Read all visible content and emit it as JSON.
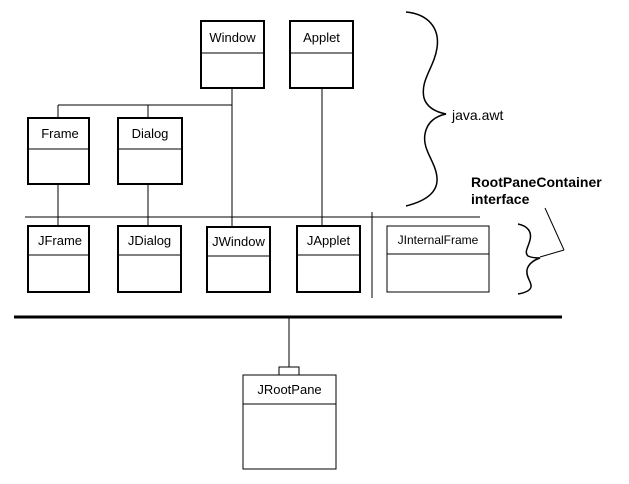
{
  "classes": {
    "window": "Window",
    "applet": "Applet",
    "frame": "Frame",
    "dialog": "Dialog",
    "jframe": "JFrame",
    "jdialog": "JDialog",
    "jwindow": "JWindow",
    "japplet": "JApplet",
    "jinternalframe": "JInternalFrame",
    "jrootpane": "JRootPane"
  },
  "annotations": {
    "java_awt": "java.awt",
    "root_pane_container_line1": "RootPaneContainer",
    "root_pane_container_line2": "interface"
  }
}
